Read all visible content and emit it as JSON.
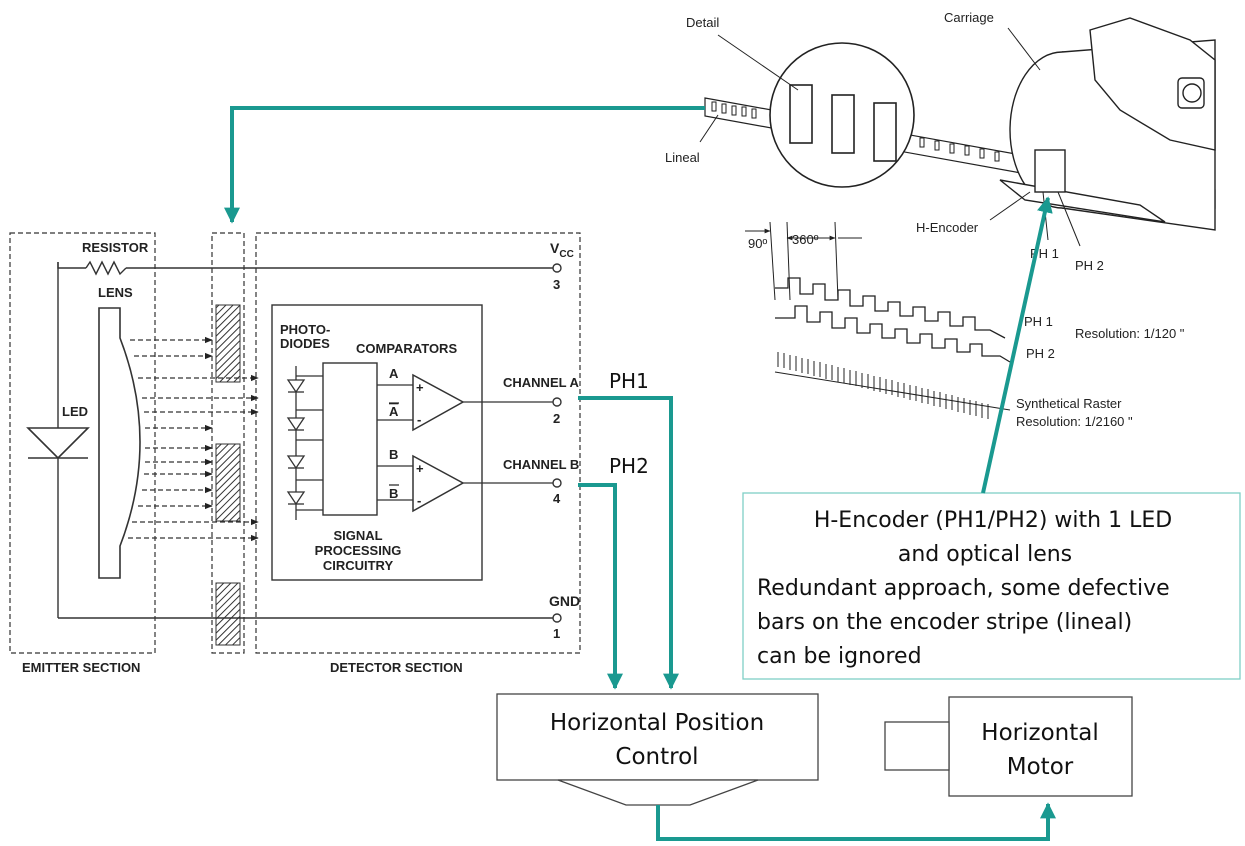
{
  "circuit": {
    "resistor": "RESISTOR",
    "lens": "LENS",
    "led": "LED",
    "vcc": "V",
    "vcc_sub": "CC",
    "pin_vcc": "3",
    "photodiodes_1": "PHOTO-",
    "photodiodes_2": "DIODES",
    "comparators": "COMPARATORS",
    "channel_a": "CHANNEL A",
    "channel_b": "CHANNEL B",
    "pin_a": "2",
    "pin_b": "4",
    "gnd": "GND",
    "pin_gnd": "1",
    "comp_a": "A",
    "comp_abar": "A",
    "comp_b": "B",
    "comp_bbar": "B",
    "plus": "+",
    "minus": "-",
    "signal_1": "SIGNAL",
    "signal_2": "PROCESSING",
    "signal_3": "CIRCUITRY",
    "emitter": "EMITTER SECTION",
    "detector": "DETECTOR SECTION"
  },
  "labels": {
    "ph1": "PH1",
    "ph2": "PH2"
  },
  "printer": {
    "detail": "Detail",
    "carriage": "Carriage",
    "lineal": "Lineal",
    "h_encoder": "H-Encoder",
    "ph1_sensor": "PH 1",
    "ph2_sensor": "PH 2",
    "deg90": "90º",
    "deg360": "360º",
    "ph1_wave": "PH 1",
    "ph2_wave": "PH 2",
    "resolution_1": "Resolution: 1/120 \"",
    "raster_1": "Synthetical Raster",
    "raster_2": "Resolution: 1/2160 \""
  },
  "note": {
    "line1": "H-Encoder (PH1/PH2)  with 1 LED",
    "line2": "and optical lens",
    "line3": "Redundant approach, some defective",
    "line4": "bars on the encoder stripe (lineal)",
    "line5": "can be ignored"
  },
  "boxes": {
    "hpc_1": "Horizontal Position",
    "hpc_2": "Control",
    "motor_1": "Horizontal",
    "motor_2": "Motor"
  },
  "colors": {
    "arrow": "#1a9990",
    "note_border": "#7fcfc7"
  }
}
